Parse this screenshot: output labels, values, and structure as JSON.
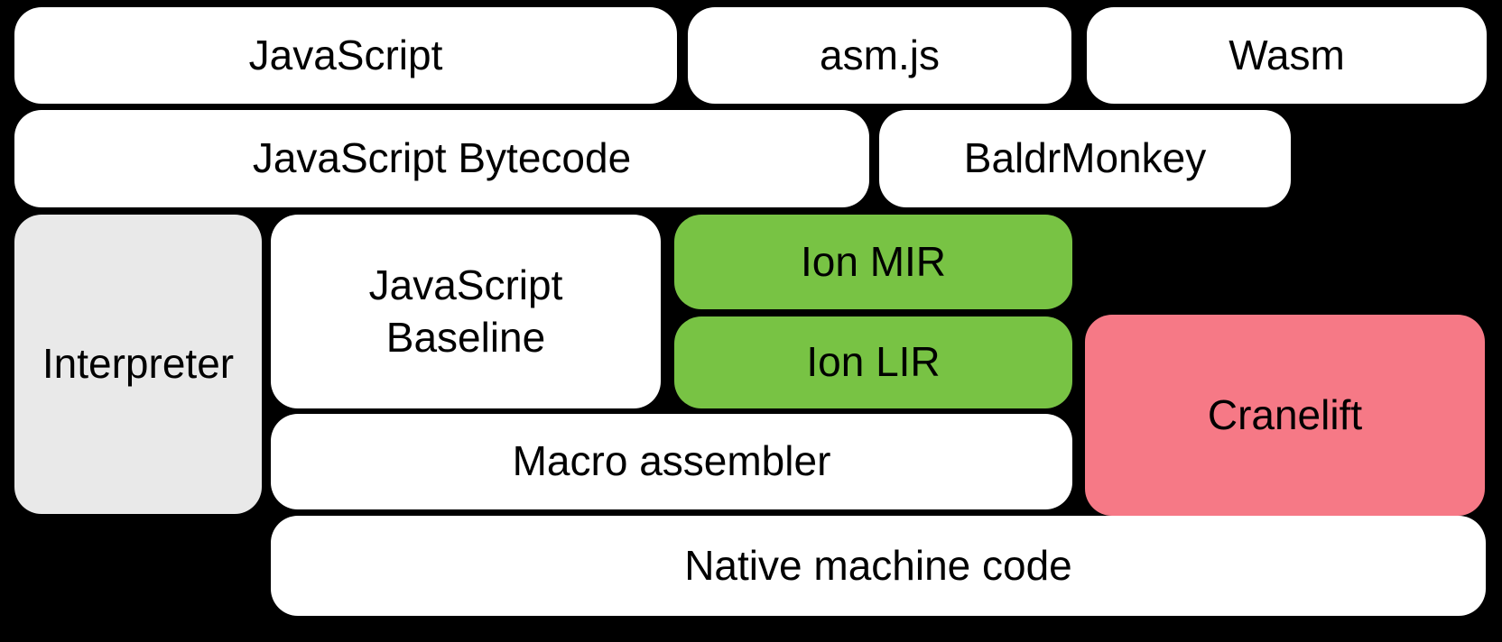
{
  "diagram": {
    "boxes": [
      {
        "id": "javascript",
        "label": "JavaScript",
        "fill": "white"
      },
      {
        "id": "asm-js",
        "label": "asm.js",
        "fill": "white"
      },
      {
        "id": "wasm",
        "label": "Wasm",
        "fill": "white"
      },
      {
        "id": "javascript-bytecode",
        "label": "JavaScript Bytecode",
        "fill": "white"
      },
      {
        "id": "baldrmonkey",
        "label": "BaldrMonkey",
        "fill": "white"
      },
      {
        "id": "interpreter",
        "label": "Interpreter",
        "fill": "gray"
      },
      {
        "id": "javascript-baseline",
        "label": "JavaScript\nBaseline",
        "fill": "white"
      },
      {
        "id": "ion-mir",
        "label": "Ion MIR",
        "fill": "green"
      },
      {
        "id": "ion-lir",
        "label": "Ion LIR",
        "fill": "green"
      },
      {
        "id": "cranelift",
        "label": "Cranelift",
        "fill": "pink"
      },
      {
        "id": "macro-assembler",
        "label": "Macro assembler",
        "fill": "white"
      },
      {
        "id": "native-machine-code",
        "label": "Native machine code",
        "fill": "white"
      }
    ],
    "colors": {
      "background": "#000000",
      "box_white": "#ffffff",
      "box_gray": "#e9e9e9",
      "box_green": "#78c344",
      "box_pink": "#f67986",
      "text": "#000000"
    }
  }
}
